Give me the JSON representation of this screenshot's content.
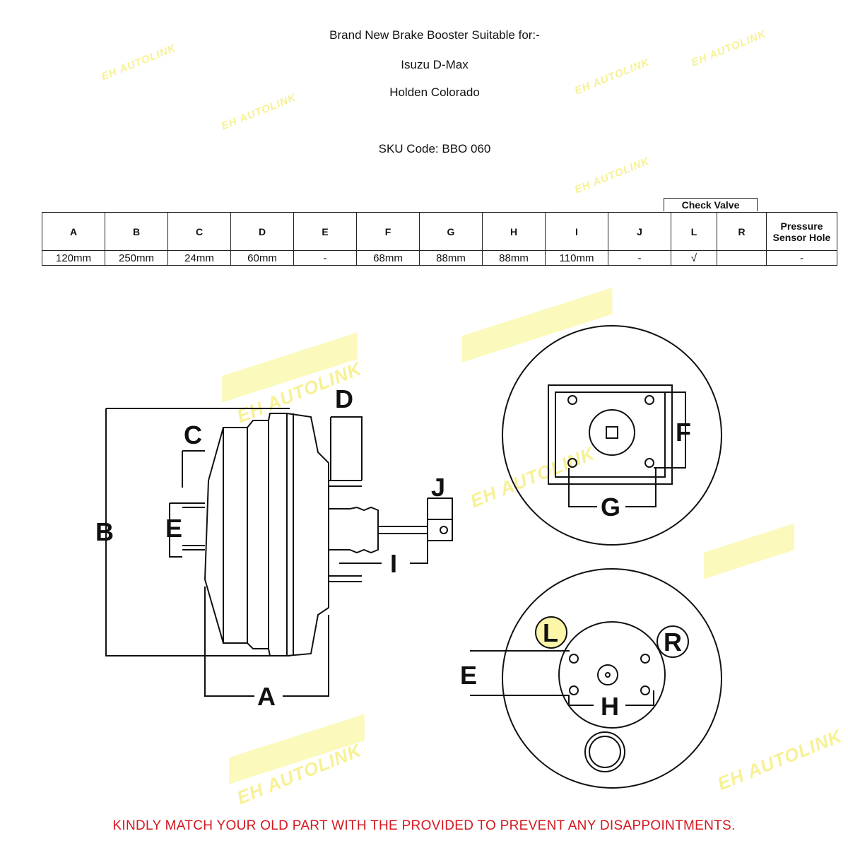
{
  "header": {
    "title": "Brand New Brake Booster Suitable for:-",
    "vehicles": [
      "Isuzu D-Max",
      "Holden Colorado"
    ],
    "sku": "SKU Code: BBO 060"
  },
  "table": {
    "group_header": "Check Valve",
    "columns": [
      "A",
      "B",
      "C",
      "D",
      "E",
      "F",
      "G",
      "H",
      "I",
      "J",
      "L",
      "R",
      "Pressure Sensor Hole"
    ],
    "values": [
      "120mm",
      "250mm",
      "24mm",
      "60mm",
      "-",
      "68mm",
      "88mm",
      "88mm",
      "110mm",
      "-",
      "√",
      "",
      "-"
    ]
  },
  "diagram": {
    "labels": {
      "A": "A",
      "B": "B",
      "C": "C",
      "D": "D",
      "E": "E",
      "F": "F",
      "G": "G",
      "H": "H",
      "I": "I",
      "J": "J",
      "L": "L",
      "R": "R",
      "E2": "E"
    }
  },
  "watermark": "EH AUTOLINK",
  "footer": "KINDLY MATCH YOUR OLD PART WITH THE PROVIDED TO PREVENT ANY DISAPPOINTMENTS.",
  "colors": {
    "footer": "#d4171e",
    "watermark": "#f7f08a"
  }
}
